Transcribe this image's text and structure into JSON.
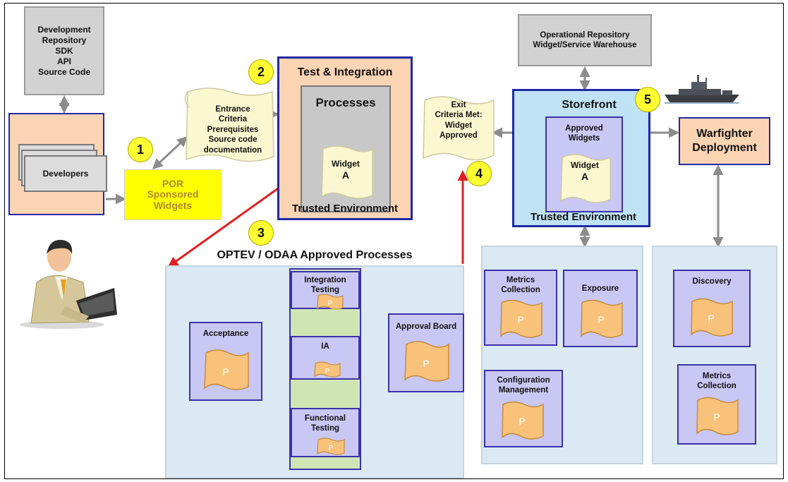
{
  "dev_repo": {
    "lines": [
      "Development",
      "Repository",
      "SDK",
      "API",
      "Source Code"
    ]
  },
  "developers": {
    "label": "Developers"
  },
  "por": {
    "line1": "POR",
    "line2": "Sponsored",
    "line3": "Widgets"
  },
  "entrance": {
    "lines": [
      "Entrance",
      "Criteria",
      "Prerequisites",
      "Source code",
      "documentation"
    ]
  },
  "test_integration": {
    "title": "Test & Integration",
    "processes": "Processes",
    "widget_line1": "Widget",
    "widget_line2": "A",
    "footer": "Trusted Environment"
  },
  "exit": {
    "lines": [
      "Exit",
      "Criteria Met:",
      "Widget",
      "Approved"
    ]
  },
  "op_repo": {
    "line1": "Operational Repository",
    "line2": "Widget/Service Warehouse"
  },
  "storefront": {
    "title": "Storefront",
    "approved1": "Approved",
    "approved2": "Widgets",
    "widget_line1": "Widget",
    "widget_line2": "A",
    "footer": "Trusted Environment"
  },
  "warfighter": {
    "line1": "Warfighter",
    "line2": "Deployment"
  },
  "steps": [
    "1",
    "2",
    "3",
    "4",
    "5"
  ],
  "optev": {
    "title": "OPTEV / ODAA Approved Processes",
    "acceptance": "Acceptance",
    "integration1": "Integration",
    "integration2": "Testing",
    "ia": "IA",
    "functional1": "Functional",
    "functional2": "Testing",
    "approval": "Approval Board"
  },
  "middle_panel": {
    "metrics1": "Metrics",
    "metrics2": "Collection",
    "exposure": "Exposure",
    "config1": "Configuration",
    "config2": "Management"
  },
  "right_panel": {
    "discovery": "Discovery",
    "metrics1": "Metrics",
    "metrics2": "Collection"
  },
  "process_glyph": "P",
  "icons": [
    "person-at-laptop-icon",
    "warship-icon",
    "scroll-icon",
    "process-scroll-icon"
  ],
  "colors": {
    "accent_blue": "#1f2aa3",
    "peach": "#fbd4b4",
    "step_yellow": "#ffff33",
    "red_arrow": "#e02020",
    "gray_arrow": "#8c8c8c",
    "process_orange": "#f9c27a",
    "panel_blue": "#dbe9f4",
    "violet": "#c9c7f3"
  }
}
